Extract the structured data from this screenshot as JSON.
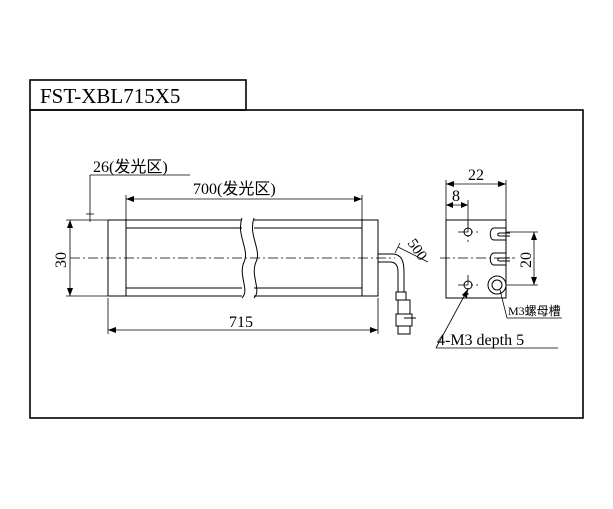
{
  "title": "FST-XBL715X5",
  "dimensions": {
    "emitting_26": "26(发光区)",
    "emitting_700": "700(发光区)",
    "length_715": "715",
    "height_30": "30",
    "cable_500": "500",
    "side_22": "22",
    "side_8": "8",
    "side_20": "20"
  },
  "notes": {
    "nut_slot": "M3螺母槽",
    "thread": "4-M3 depth 5"
  }
}
